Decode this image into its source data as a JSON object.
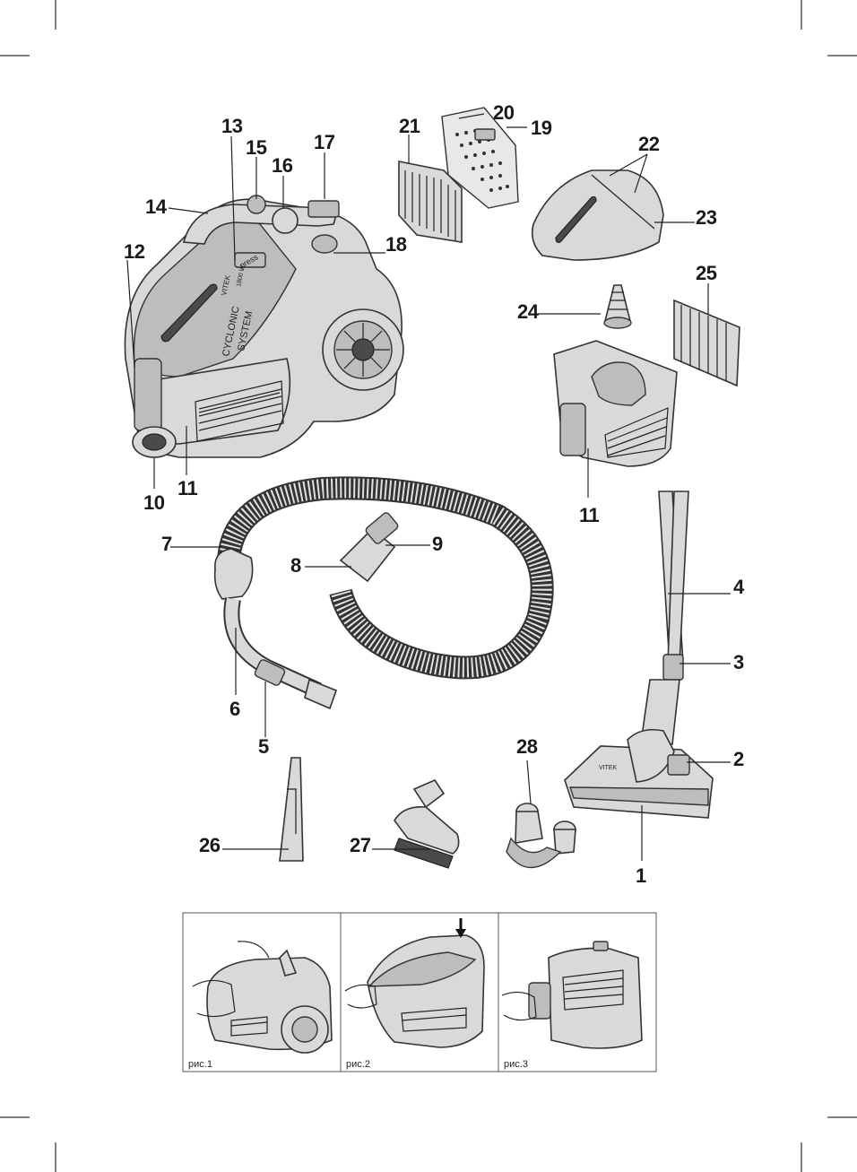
{
  "callouts": {
    "c1": "1",
    "c2": "2",
    "c3": "3",
    "c4": "4",
    "c5": "5",
    "c6": "6",
    "c7": "7",
    "c8": "8",
    "c9": "9",
    "c10": "10",
    "c11a": "11",
    "c11b": "11",
    "c12": "12",
    "c13": "13",
    "c14": "14",
    "c15": "15",
    "c16": "16",
    "c17": "17",
    "c18": "18",
    "c19": "19",
    "c20": "20",
    "c21": "21",
    "c22": "22",
    "c23": "23",
    "c24": "24",
    "c25": "25",
    "c26": "26",
    "c27": "27",
    "c28": "28"
  },
  "body_text": {
    "brand": "VITEK",
    "model": "1800 W",
    "line1": "CYCLONIC",
    "line2": "SYSTEM",
    "button": "press",
    "nozzle_brand": "VITEK"
  },
  "figures": {
    "fig1": "рис.1",
    "fig2": "рис.2",
    "fig3": "рис.3"
  }
}
